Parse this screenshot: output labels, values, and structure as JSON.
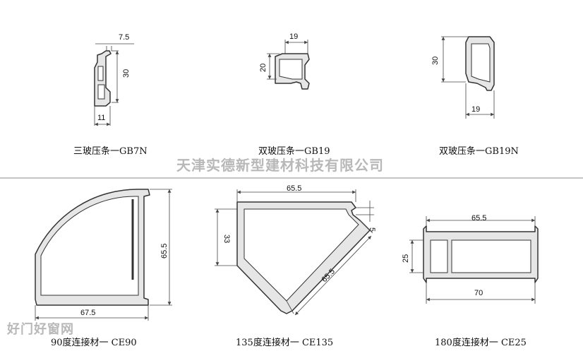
{
  "watermark": {
    "company": "天津实德新型建材科技有限公司",
    "site": "好门好窗网"
  },
  "colors": {
    "profile_fill": "#e6e6e6",
    "profile_stroke": "#333333",
    "dimension": "#444444",
    "watermark": "#b8b8b8",
    "divider": "#888888"
  },
  "profiles": [
    {
      "caption": "三玻压条一GB7N",
      "dims": {
        "top": "7.5",
        "height": "30",
        "bottom": "11"
      }
    },
    {
      "caption": "双玻压条一GB19",
      "dims": {
        "width": "19",
        "height": "20"
      }
    },
    {
      "caption": "双玻压条一GB19N",
      "dims": {
        "height": "30",
        "width": "19"
      }
    },
    {
      "caption": "90度连接材一 CE90",
      "dims": {
        "height": "65.5",
        "width": "67.5"
      }
    },
    {
      "caption": "135度连接材一 CE135",
      "dims": {
        "top": "65.5",
        "left": "33",
        "right": "5",
        "diagonal": "65.5"
      }
    },
    {
      "caption": "180度连接材一 CE25",
      "dims": {
        "top": "65.5",
        "height": "25",
        "bottom": "70"
      }
    }
  ]
}
